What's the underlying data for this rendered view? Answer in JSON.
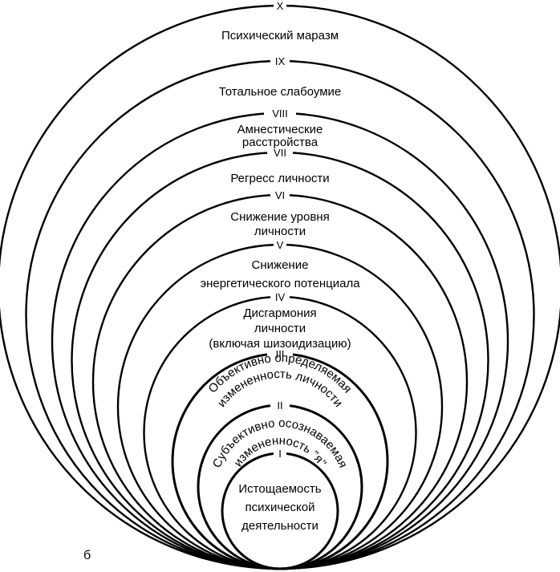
{
  "diagram": {
    "corner_label": "б",
    "levels": [
      {
        "numeral": "X"
      },
      {
        "numeral": "IX",
        "lines": [
          "Психический маразм"
        ]
      },
      {
        "numeral": "VIII",
        "lines": [
          "Тотальное слабоумие"
        ]
      },
      {
        "numeral": "VII",
        "lines": [
          "Амнестические",
          "расстройства"
        ]
      },
      {
        "numeral": "VI",
        "lines": [
          "Регресс личности"
        ]
      },
      {
        "numeral": "V",
        "lines": [
          "Снижение уровня",
          "личности"
        ]
      },
      {
        "numeral": "IV",
        "lines": [
          "Снижение",
          "энергетического потенциала"
        ]
      },
      {
        "numeral": "III",
        "lines": [
          "Дисгармония",
          "личности",
          "(включая шизоидизацию)"
        ]
      },
      {
        "numeral": "II",
        "lines": [
          "Объективно определяемая",
          "измененность личности"
        ]
      },
      {
        "numeral": "I",
        "lines": [
          "Субъективно осознаваемая",
          "измененность \"я\""
        ]
      },
      {
        "lines": [
          "Истощаемость",
          "психической",
          "деятельности"
        ]
      }
    ]
  }
}
